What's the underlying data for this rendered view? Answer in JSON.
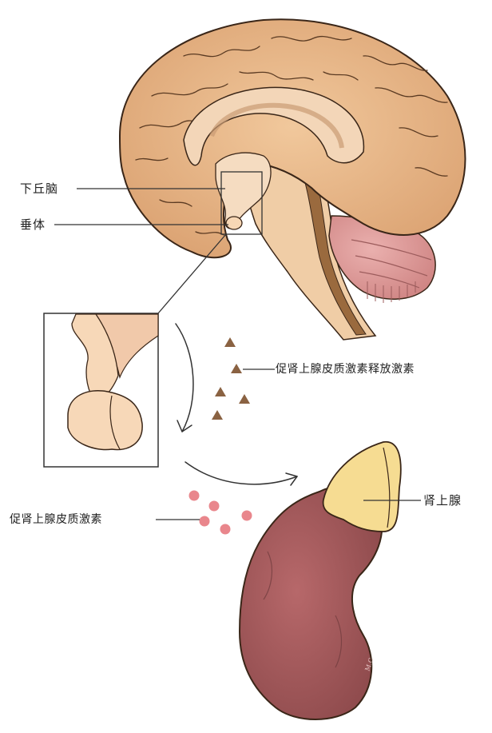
{
  "labels": {
    "hypothalamus": "下丘脑",
    "pituitary": "垂体",
    "crh": "促肾上腺皮质激素释放激素",
    "acth": "促肾上腺皮质激素",
    "adrenal": "肾上腺"
  },
  "signature": "M.C",
  "colors": {
    "brain": "#e9b98a",
    "brain_outline": "#3a2618",
    "inner_tissue": "#f3d6b8",
    "brainstem": "#9a6a3e",
    "cerebellum": "#d98f8f",
    "crh_marker": "#8a6242",
    "acth_marker": "#e9868c",
    "kidney": "#a45c5e",
    "adrenal": "#f6dc92"
  },
  "icons": {
    "crh_marker": "triangle",
    "acth_marker": "circle"
  }
}
